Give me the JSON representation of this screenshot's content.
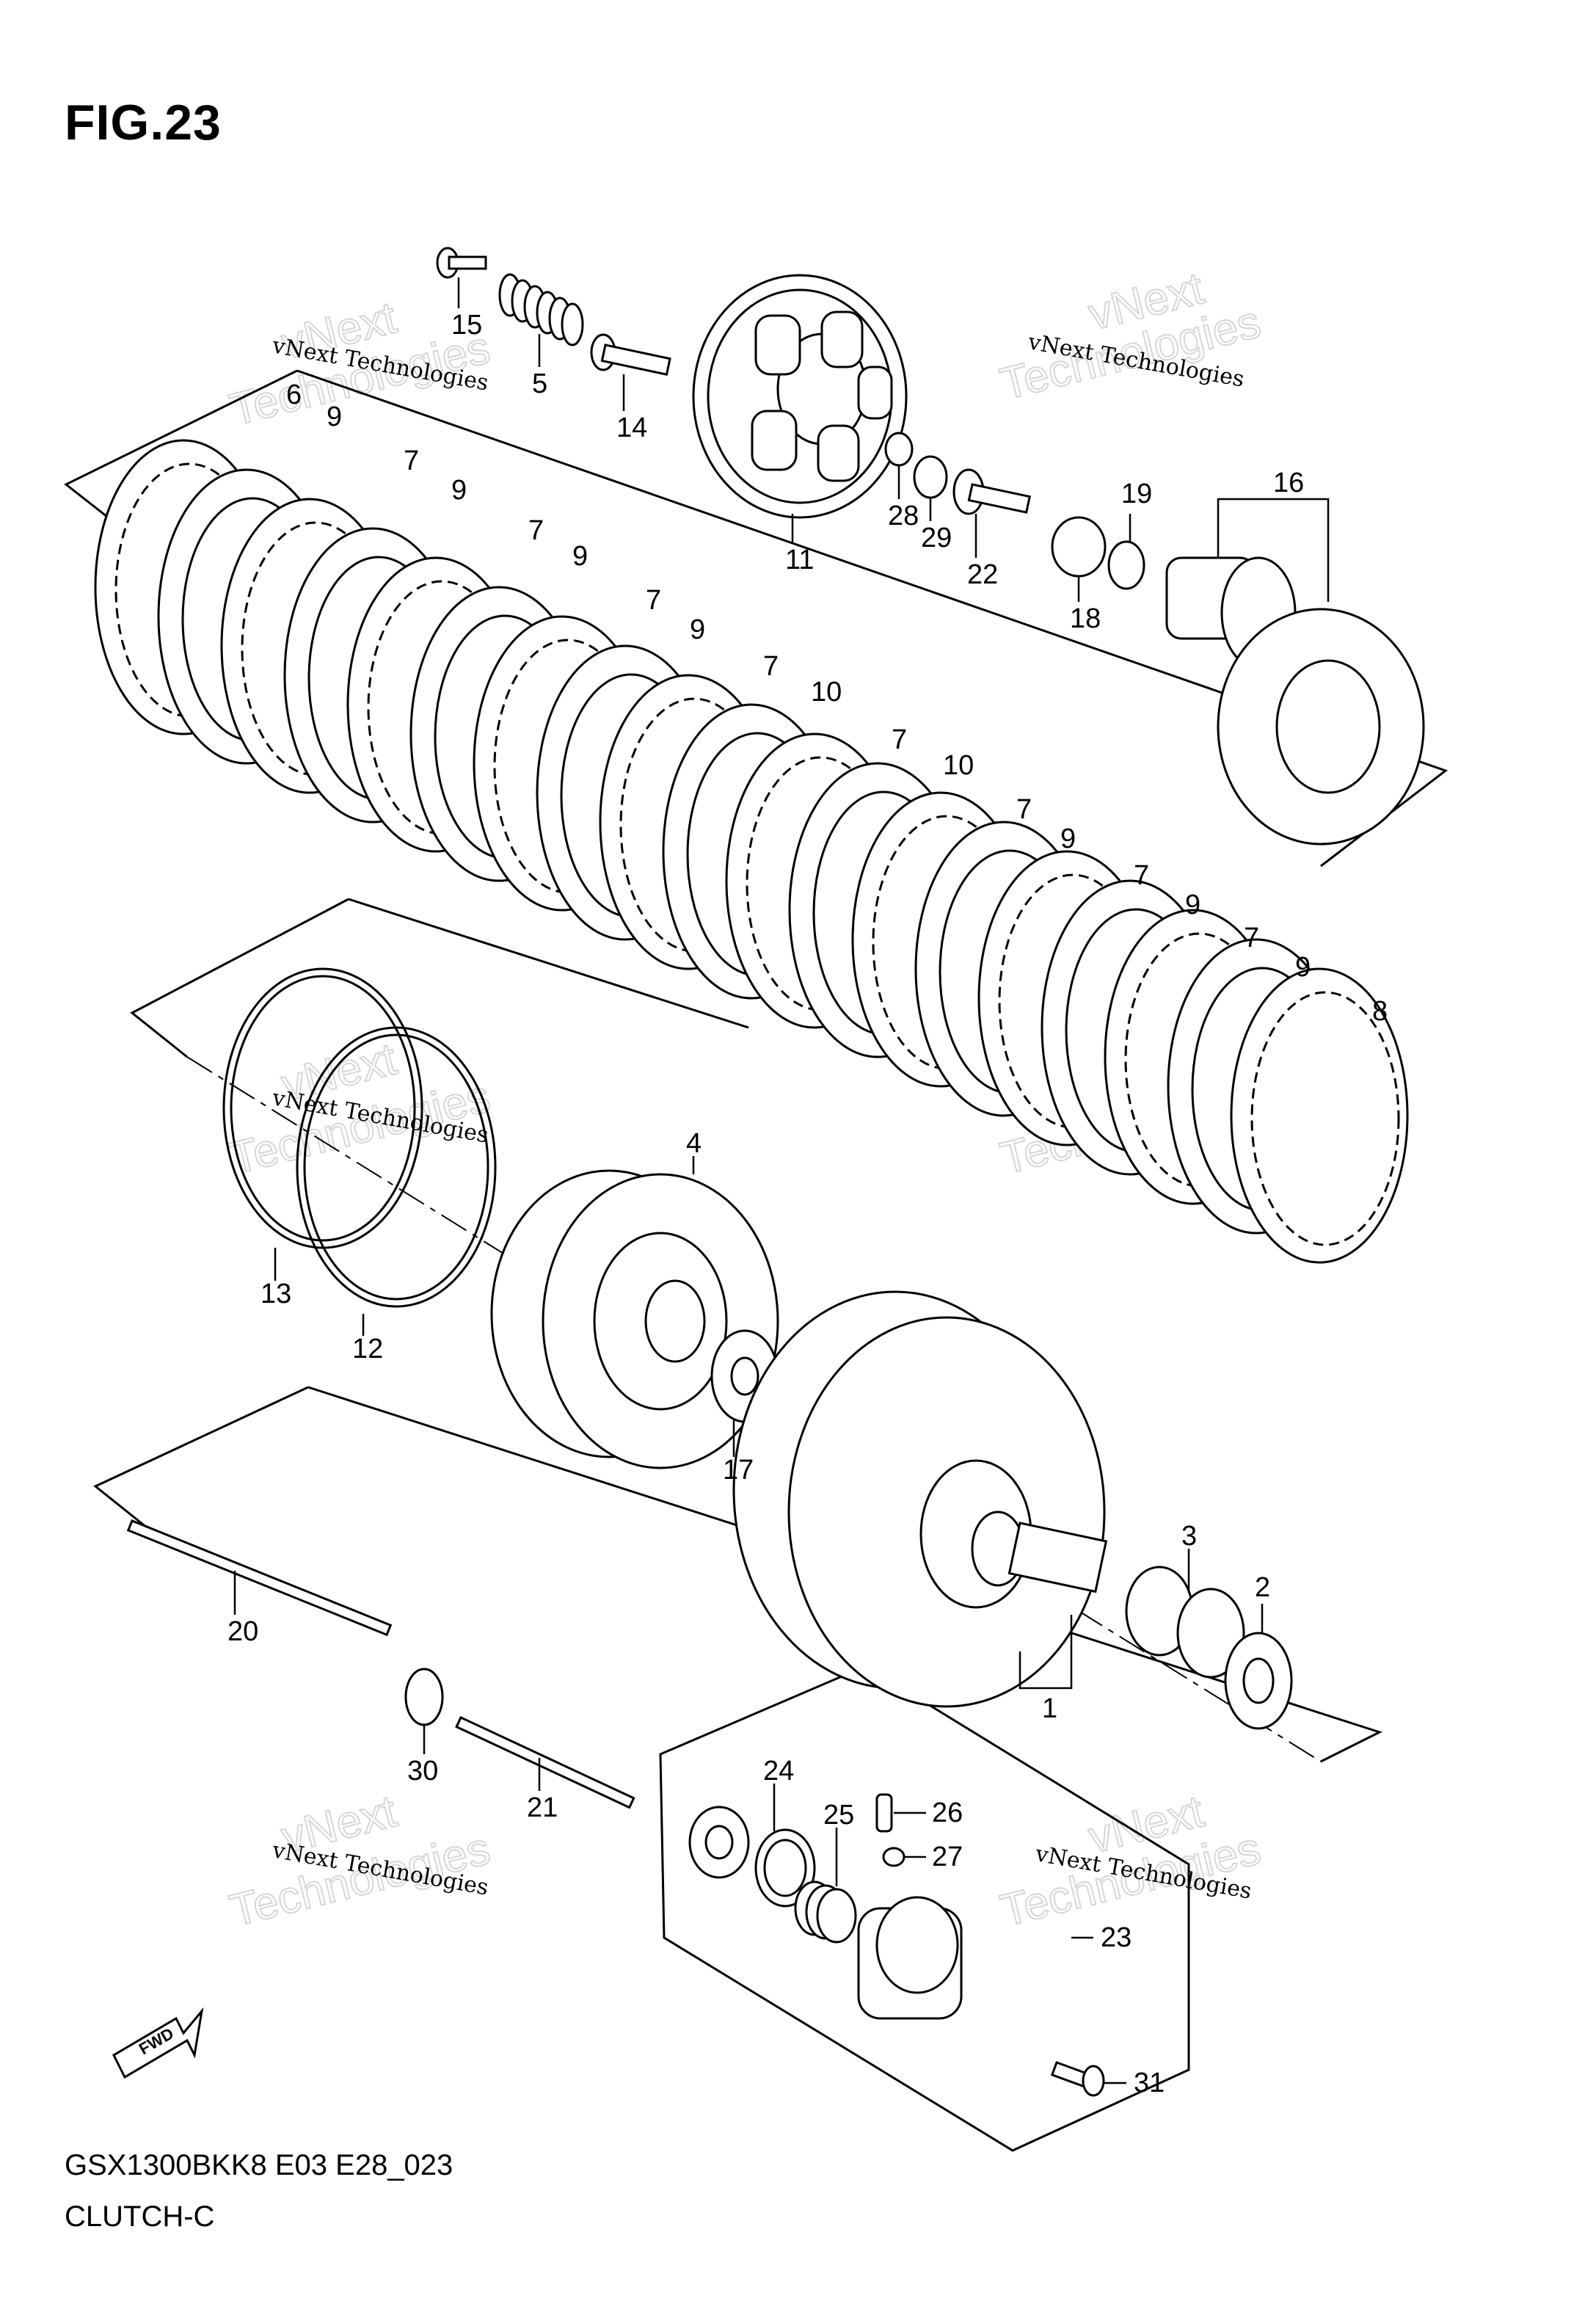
{
  "figure": {
    "title": "FIG.23"
  },
  "footer": {
    "model_code": "GSX1300BKK8 E03 E28_023",
    "section_name": "CLUTCH-C"
  },
  "watermark": {
    "line1": "vNext Technologies",
    "big_line1": "vNext",
    "big_line2": "Technologies"
  },
  "fwd_label": "FWD",
  "parts": [
    {
      "id": "p15",
      "label": "15"
    },
    {
      "id": "p5",
      "label": "5"
    },
    {
      "id": "p14",
      "label": "14"
    },
    {
      "id": "p11",
      "label": "11"
    },
    {
      "id": "p28",
      "label": "28"
    },
    {
      "id": "p29",
      "label": "29"
    },
    {
      "id": "p22",
      "label": "22"
    },
    {
      "id": "p18",
      "label": "18"
    },
    {
      "id": "p19",
      "label": "19"
    },
    {
      "id": "p16",
      "label": "16"
    },
    {
      "id": "p6",
      "label": "6"
    },
    {
      "id": "p9",
      "label": "9"
    },
    {
      "id": "p7",
      "label": "7"
    },
    {
      "id": "p10",
      "label": "10"
    },
    {
      "id": "p8",
      "label": "8"
    },
    {
      "id": "p4",
      "label": "4"
    },
    {
      "id": "p13",
      "label": "13"
    },
    {
      "id": "p12",
      "label": "12"
    },
    {
      "id": "p17",
      "label": "17"
    },
    {
      "id": "p1",
      "label": "1"
    },
    {
      "id": "p3",
      "label": "3"
    },
    {
      "id": "p2",
      "label": "2"
    },
    {
      "id": "p20",
      "label": "20"
    },
    {
      "id": "p30",
      "label": "30"
    },
    {
      "id": "p21",
      "label": "21"
    },
    {
      "id": "p24",
      "label": "24"
    },
    {
      "id": "p25",
      "label": "25"
    },
    {
      "id": "p26",
      "label": "26"
    },
    {
      "id": "p27",
      "label": "27"
    },
    {
      "id": "p23",
      "label": "23"
    },
    {
      "id": "p31",
      "label": "31"
    }
  ]
}
